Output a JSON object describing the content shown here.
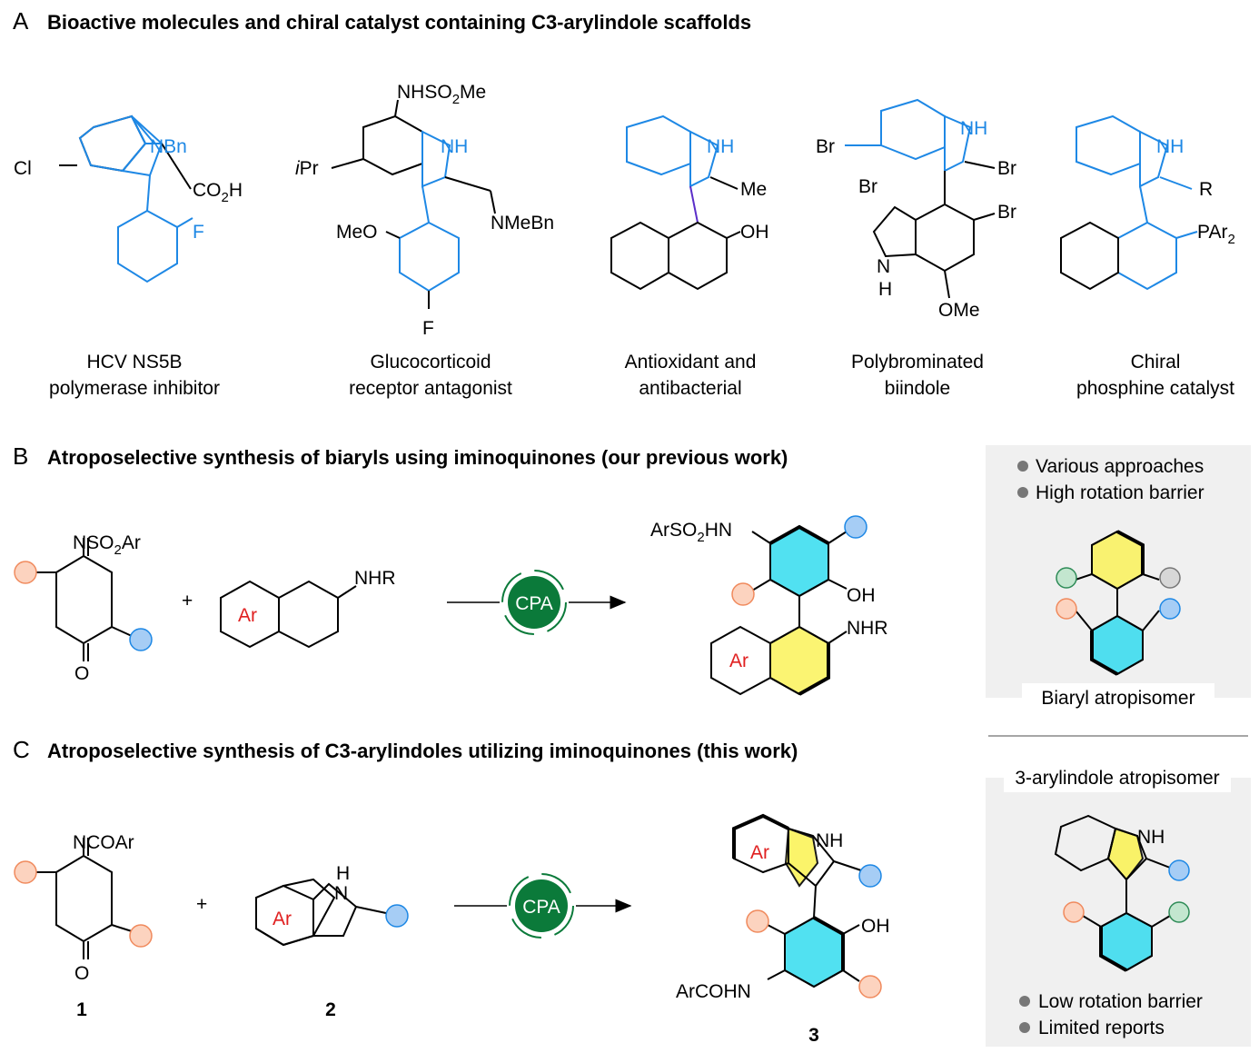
{
  "panelA": {
    "letter": "A",
    "title": "Bioactive molecules and chiral catalyst containing C3-arylindole scaffolds",
    "molecules": [
      {
        "caption1": "HCV NS5B",
        "caption2": "polymerase inhibitor",
        "n": "NBn",
        "cl": "Cl",
        "co2h": "CO",
        "co2h_sub": "2",
        "co2h_tail": "H",
        "f": "F"
      },
      {
        "caption1": "Glucocorticoid",
        "caption2": "receptor antagonist",
        "nh": "NH",
        "ipr_i": "i",
        "ipr": "Pr",
        "nhso2me": "NHSO",
        "nhso2me_sub": "2",
        "nhso2me_tail": "Me",
        "nmebn": "NMeBn",
        "meo": "MeO",
        "f": "F"
      },
      {
        "caption1": "Antioxidant and",
        "caption2": "antibacterial",
        "nh": "NH",
        "me": "Me",
        "oh": "OH"
      },
      {
        "caption1": "Polybrominated",
        "caption2": "biindole",
        "nh": "NH",
        "br1": "Br",
        "br2": "Br",
        "br3": "Br",
        "br4": "Br",
        "n": "N",
        "h": "H",
        "ome": "OMe"
      },
      {
        "caption1": "Chiral",
        "caption2": "phosphine catalyst",
        "nh": "NH",
        "r": "R",
        "par": "PAr",
        "par_sub": "2"
      }
    ]
  },
  "panelB": {
    "letter": "B",
    "title": "Atroposelective synthesis of biaryls using iminoquinones (our previous work)",
    "reactant1": {
      "nso2ar": "NSO",
      "sub": "2",
      "tail": "Ar",
      "o": "O"
    },
    "plus": "+",
    "reactant2": {
      "ar": "Ar",
      "nhr": "NHR"
    },
    "catalyst": "CPA",
    "product": {
      "arso2hn": "ArSO",
      "sub": "2",
      "tail": "HN",
      "oh": "OH",
      "nhr": "NHR",
      "ar": "Ar"
    },
    "side": {
      "bullets": [
        "Various approaches",
        "High rotation barrier"
      ],
      "label": "Biaryl atropisomer"
    }
  },
  "panelC": {
    "letter": "C",
    "title": "Atroposelective synthesis of C3-arylindoles utilizing iminoquinones (this work)",
    "reactant1": {
      "ncoar": "NCOAr",
      "o": "O",
      "num": "1"
    },
    "plus": "+",
    "reactant2": {
      "h": "H",
      "n": "N",
      "ar": "Ar",
      "num": "2"
    },
    "catalyst": "CPA",
    "product": {
      "nh": "NH",
      "ar": "Ar",
      "oh": "OH",
      "arcohn": "ArCOHN",
      "num": "3"
    },
    "side": {
      "label": "3-arylindole atropisomer",
      "bullets": [
        "Low rotation barrier",
        "Limited reports"
      ]
    }
  },
  "colors": {
    "blue": "#1e88e5",
    "orange_fill": "#fcd3bf",
    "orange_stroke": "#f08a5d",
    "blue_fill": "#a6cdf5",
    "green_fill": "#c3e6cf",
    "gray_fill": "#d7d7d7",
    "cyan": "#33dcef",
    "yellow": "#fbf35a",
    "cpa": "#0b7a3a",
    "panel_bg": "#f0f0f0"
  }
}
